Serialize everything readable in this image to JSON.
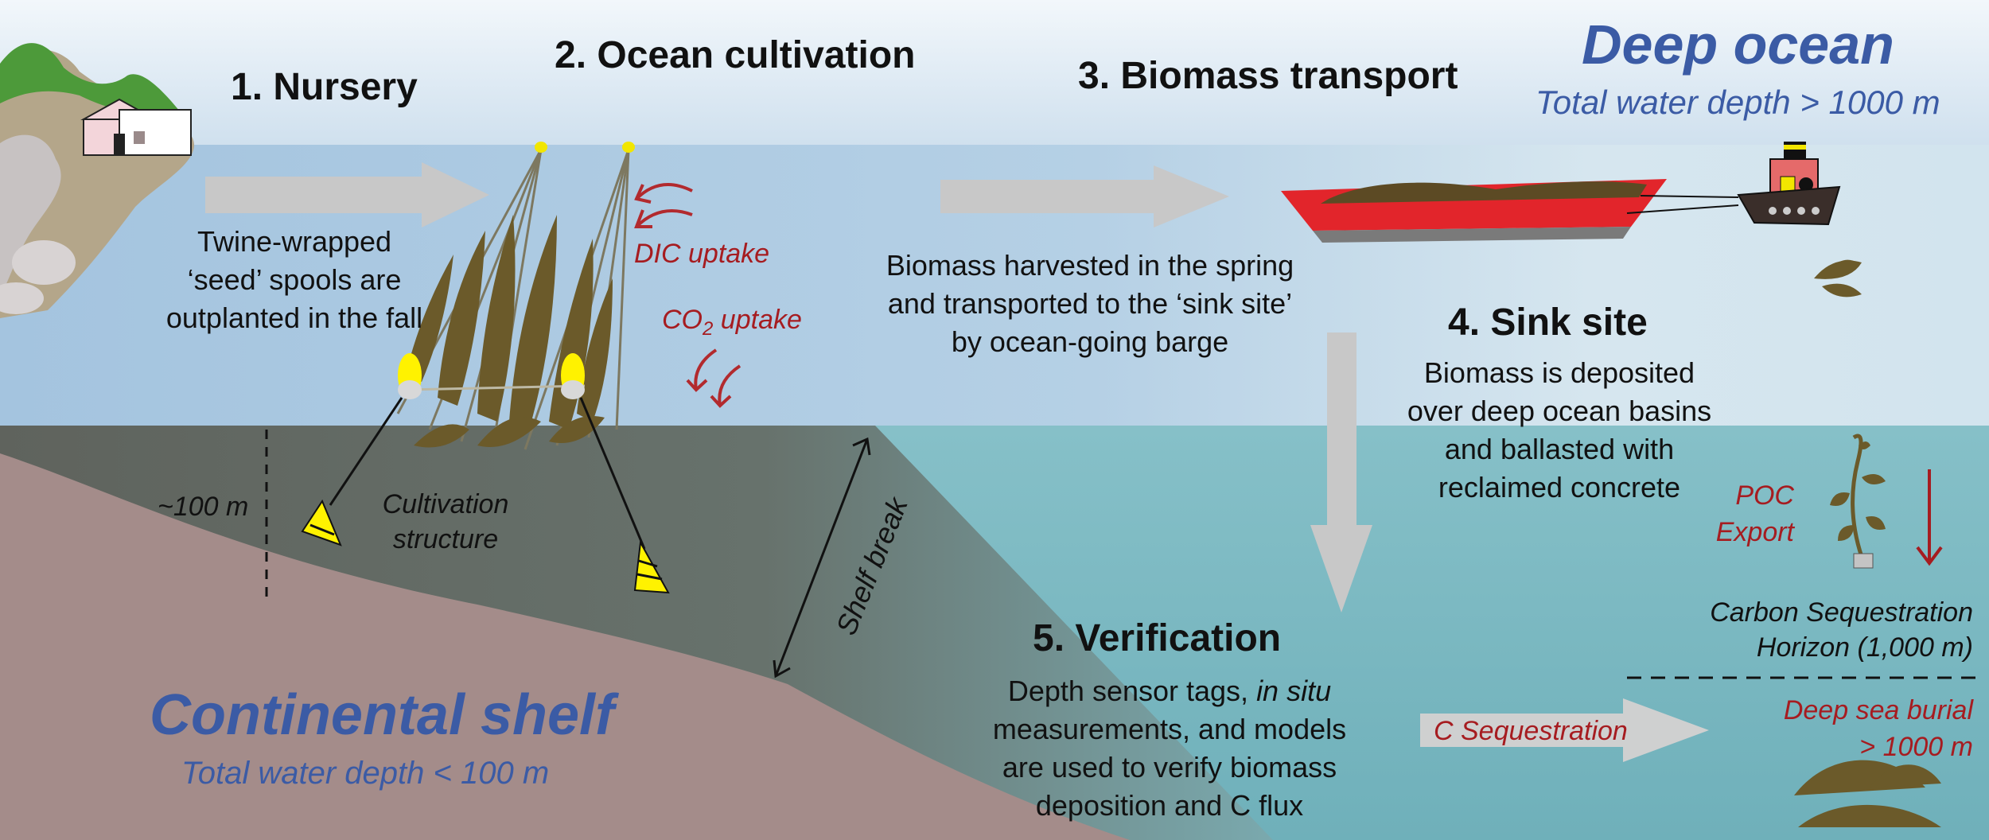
{
  "steps": {
    "nursery": "1. Nursery",
    "cultivation": "2. Ocean cultivation",
    "transport": "3. Biomass transport",
    "sink": "4. Sink site",
    "verification": "5. Verification"
  },
  "zones": {
    "deep_ocean": {
      "title": "Deep ocean",
      "subtitle": "Total water depth > 1000 m"
    },
    "continental_shelf": {
      "title": "Continental shelf",
      "subtitle": "Total water depth < 100 m"
    }
  },
  "descriptions": {
    "nursery": [
      "Twine-wrapped",
      "‘seed’ spools are",
      "outplanted in the fall"
    ],
    "transport": [
      "Biomass harvested in the spring",
      "and transported to the ‘sink site’",
      "by ocean-going barge"
    ],
    "sink": [
      "Biomass is deposited",
      "over deep ocean basins",
      "and ballasted with",
      "reclaimed concrete"
    ],
    "verification_pre": "Depth sensor tags, ",
    "verification_italic": "in situ",
    "verification_rest": [
      "measurements, and models",
      "are used to verify biomass",
      "deposition and C flux"
    ]
  },
  "annotations": {
    "dic_uptake": "DIC uptake",
    "co2_prefix": "CO",
    "co2_sub": "2",
    "co2_suffix": " uptake",
    "depth_100": "~100 m",
    "cultivation_structure": [
      "Cultivation",
      "structure"
    ],
    "shelf_break": "Shelf break",
    "poc_export": [
      "POC",
      "Export"
    ],
    "horizon": [
      "Carbon Sequestration",
      "Horizon (1,000 m)"
    ],
    "burial": [
      "Deep sea burial",
      "> 1000 m"
    ],
    "c_sequestration": "C Sequestration"
  },
  "colors": {
    "sky_top": "#e6f0f8",
    "sky_bottom": "#bcd3e8",
    "shallow_water": "#a9c7e1",
    "deep_water": "#7fb8c2",
    "seafloor": "#a48c8a",
    "shelf_water": "#66706a",
    "arrow_gray": "#c8c8c8",
    "annotation_red": "#a61c20",
    "zone_blue": "#3b5ba5",
    "barge_red": "#e2252b",
    "kelp": "#6b5a2a"
  }
}
